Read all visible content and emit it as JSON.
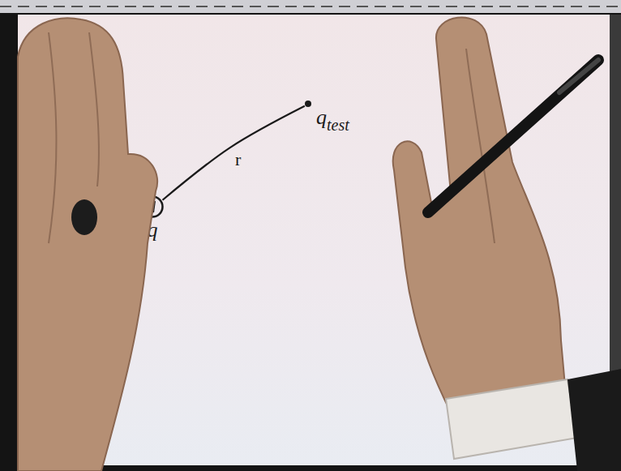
{
  "diagram": {
    "nodes": [
      {
        "text": [
          "q"
        ]
      },
      {
        "text": [
          "q",
          "test"
        ]
      }
    ],
    "edges": [
      {
        "from": 0,
        "to": 1,
        "arrow": "none",
        "label": "r"
      }
    ]
  }
}
